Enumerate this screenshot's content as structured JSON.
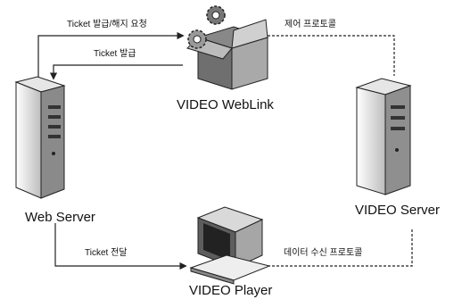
{
  "nodes": {
    "weblink": "VIDEO WebLink",
    "web_server": "Web Server",
    "video_server": "VIDEO Server",
    "player": "VIDEO Player"
  },
  "edges": {
    "ticket_request": "Ticket 발급/해지 요청",
    "ticket_issue": "Ticket 발급",
    "control_protocol": "제어 프로토콜",
    "ticket_deliver": "Ticket 전달",
    "data_protocol": "데이터 수신 프로토콜"
  }
}
